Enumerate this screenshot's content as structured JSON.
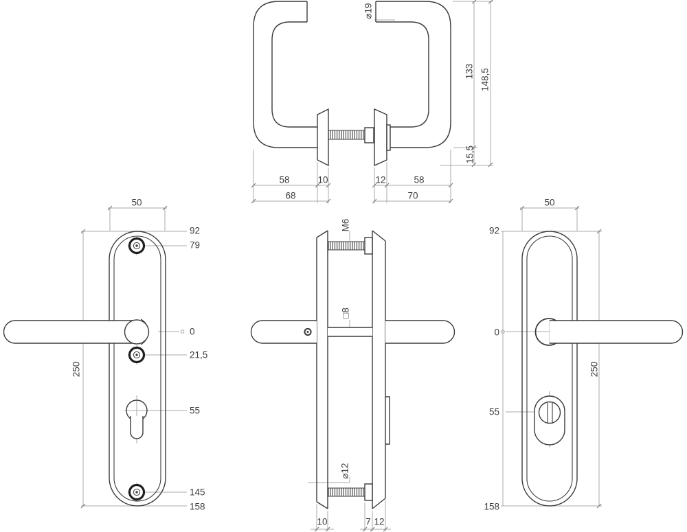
{
  "drawing_type": "technical-dimension-drawing",
  "subject": "security-lever-handle-on-backplate",
  "colors": {
    "background": "#ffffff",
    "object_line": "#3b3b3b",
    "dimension_line": "#a8a8a8",
    "dimension_text": "#3d3d3d",
    "screw_ring": "#1f1f1f"
  },
  "views": {
    "top_view": {
      "tube_diameter": "⌀19",
      "handle_height": "133",
      "total_height": "148,5",
      "plate_overhang": "15,5",
      "grip_length_left": "58",
      "plate_depth_left": "10",
      "plate_depth_right": "12",
      "grip_length_right": "58",
      "total_depth_left": "68",
      "total_depth_right": "70"
    },
    "left_view": {
      "plate_width": "50",
      "plate_height": "250",
      "marks": {
        "top_edge": "92",
        "top_screw": "79",
        "handle_axis": "0",
        "below_screw": "21,5",
        "cylinder": "55",
        "bottom_screw": "145",
        "bottom_edge": "158"
      }
    },
    "side_view": {
      "bolt_thread": "M6",
      "spindle_square": "□8",
      "bolt_sleeve_diameter": "⌀12",
      "plate_depth_left": "10",
      "bolt_sleeve_depth": "7",
      "plate_depth_right": "12"
    },
    "right_view": {
      "plate_width": "50",
      "plate_height": "250",
      "marks": {
        "top_edge": "92",
        "handle_axis": "0",
        "cylinder": "55",
        "bottom_edge": "158"
      }
    }
  }
}
